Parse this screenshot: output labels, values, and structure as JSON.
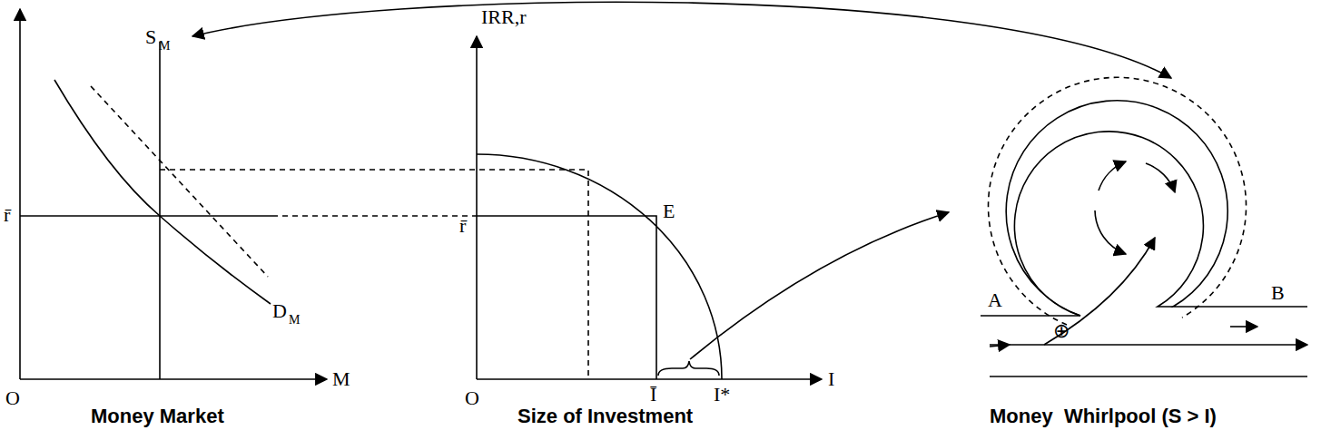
{
  "diagram": {
    "labels": [
      "S",
      "M",
      "r̄",
      "D",
      "M",
      "O",
      "M",
      "Money Market",
      "IRR,r",
      "E",
      "r̄",
      "O",
      "Ī",
      "I*",
      "I",
      "Size of Investment",
      "A",
      "B",
      "⊕",
      "Money  Whirlpool (S > I)"
    ]
  }
}
